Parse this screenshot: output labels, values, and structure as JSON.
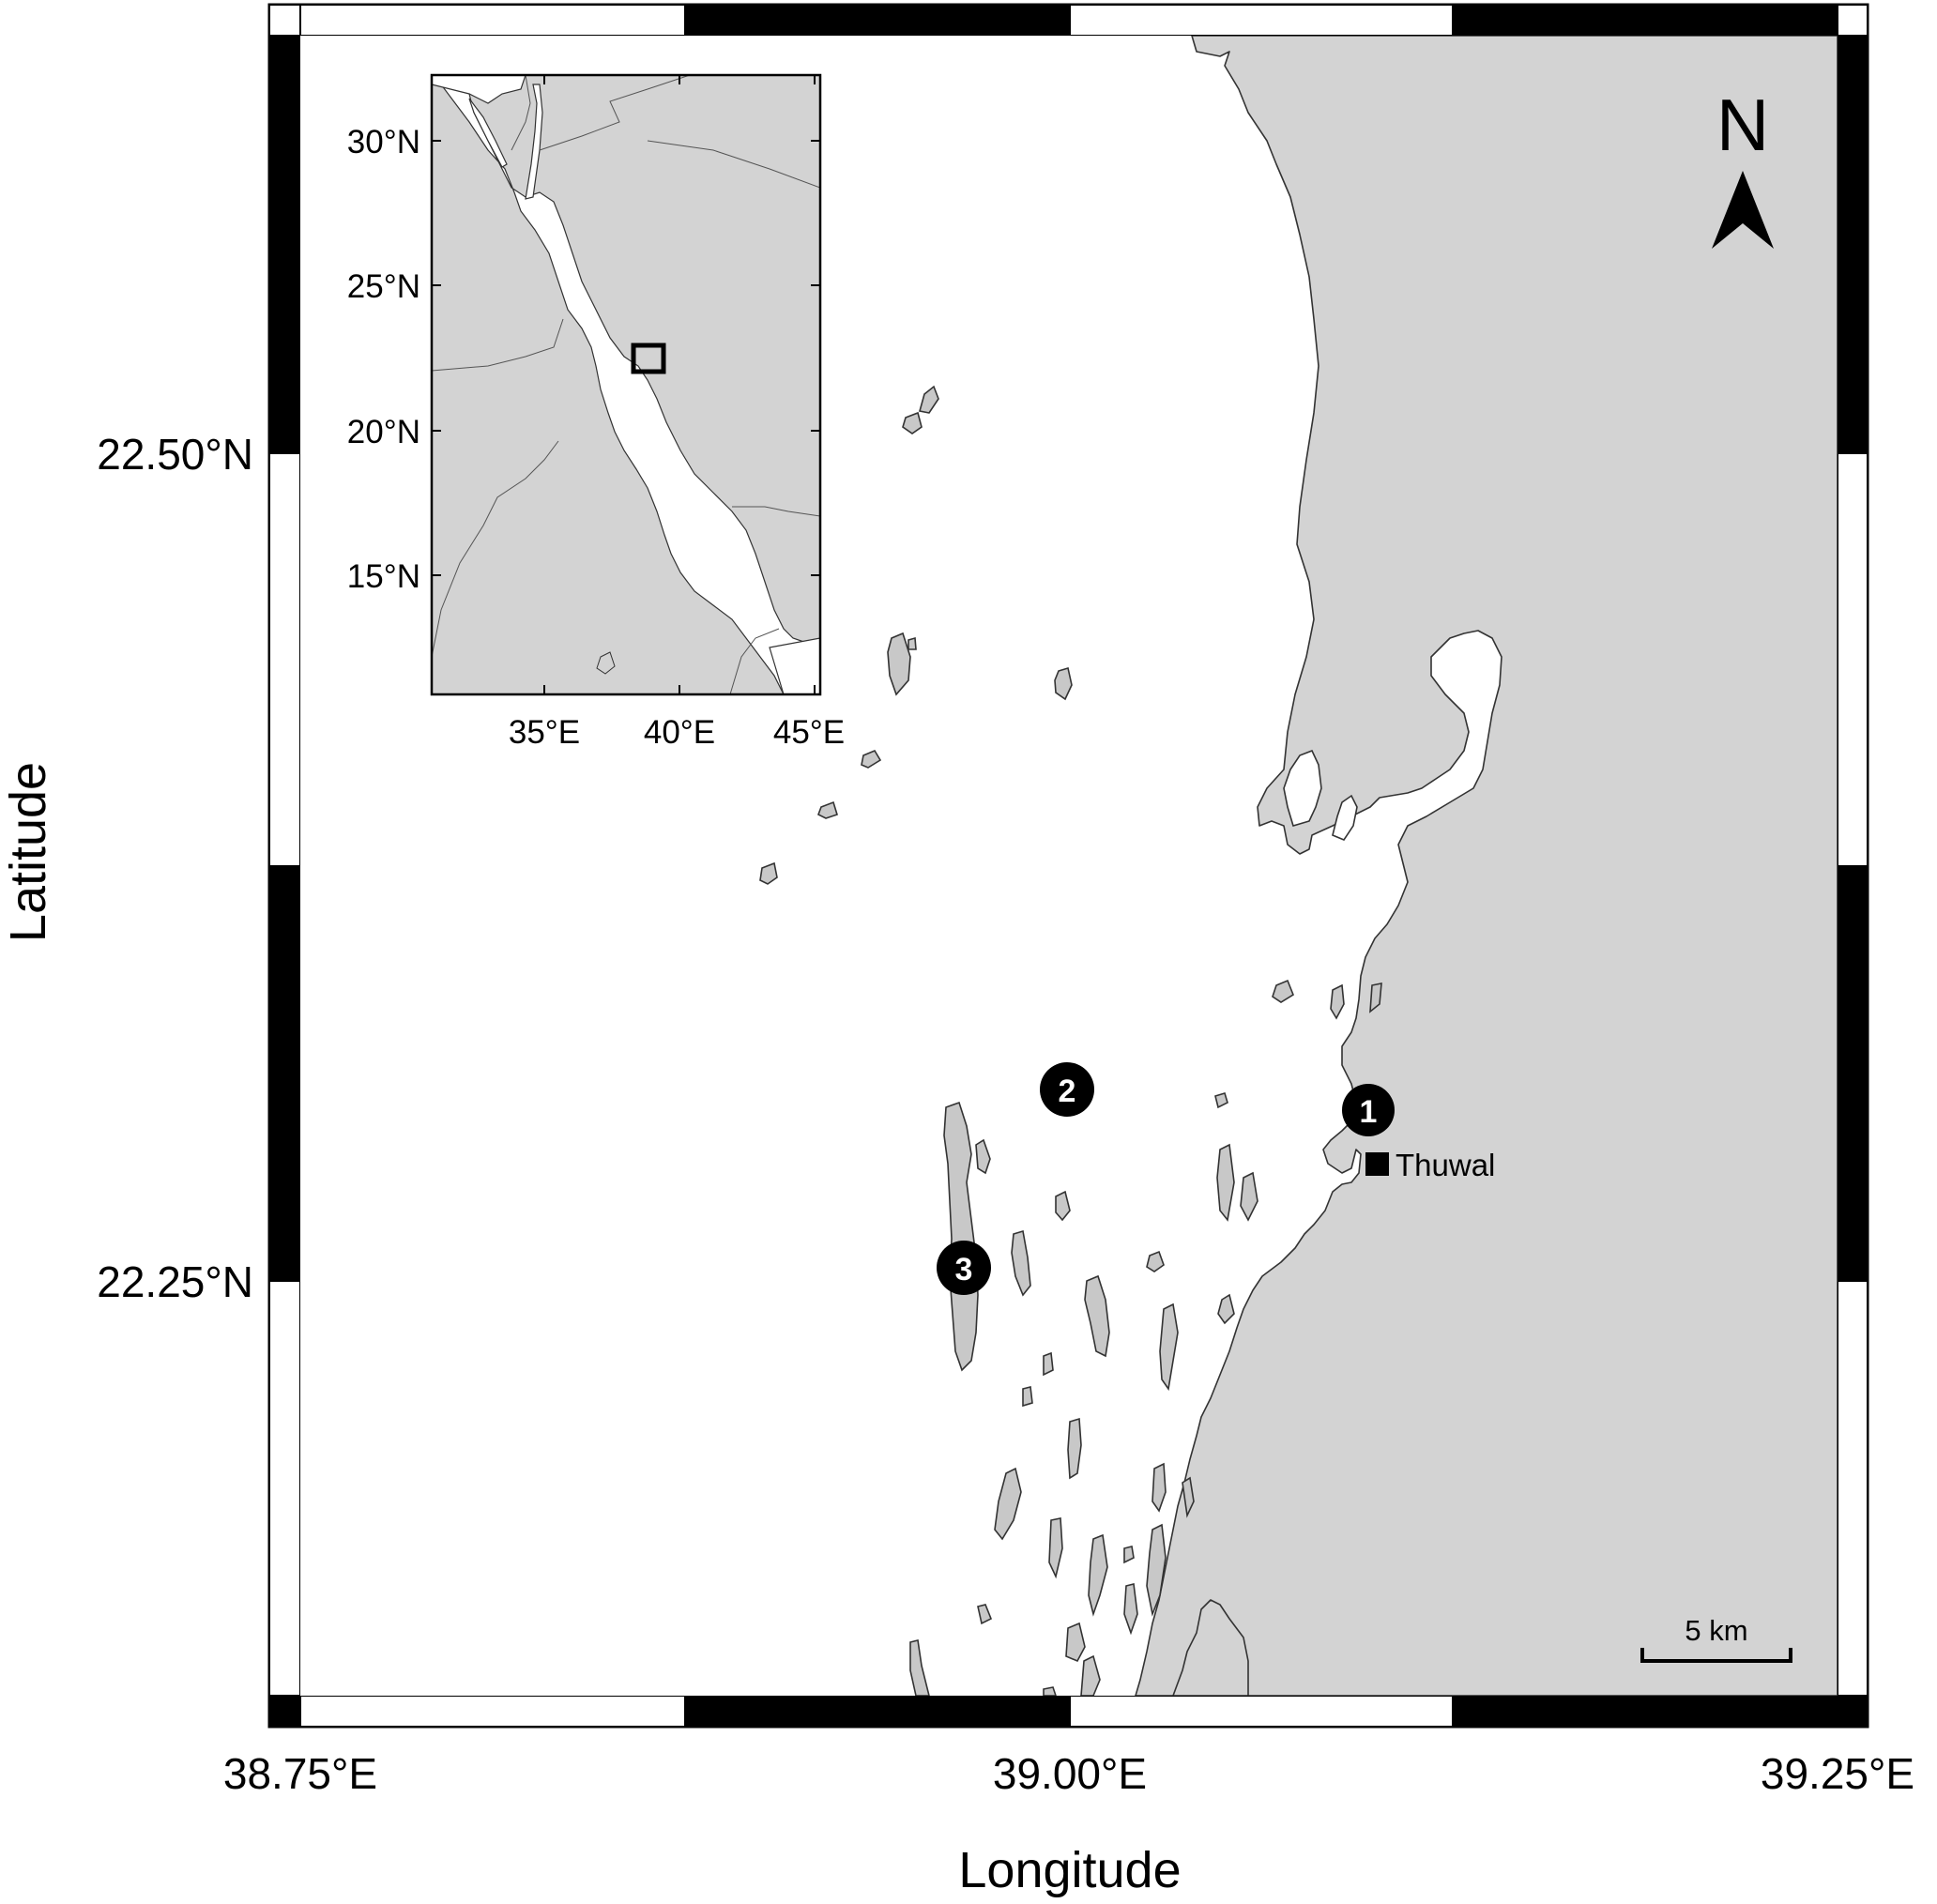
{
  "map": {
    "x_axis_title": "Longitude",
    "y_axis_title": "Latitude",
    "x_ticks": [
      "38.75°E",
      "39.00°E",
      "39.25°E"
    ],
    "y_ticks": [
      "22.50°N",
      "22.25°N"
    ],
    "north_label": "N",
    "scale_bar_label": "5 km",
    "place_label": "Thuwal",
    "sites": [
      "1",
      "2",
      "3"
    ],
    "colors": {
      "land": "#d3d3d3",
      "sea": "#ffffff",
      "marker": "#000000"
    }
  },
  "inset": {
    "y_ticks": [
      "30°N",
      "25°N",
      "20°N",
      "15°N"
    ],
    "x_ticks": [
      "35°E",
      "40°E",
      "45°E"
    ]
  }
}
